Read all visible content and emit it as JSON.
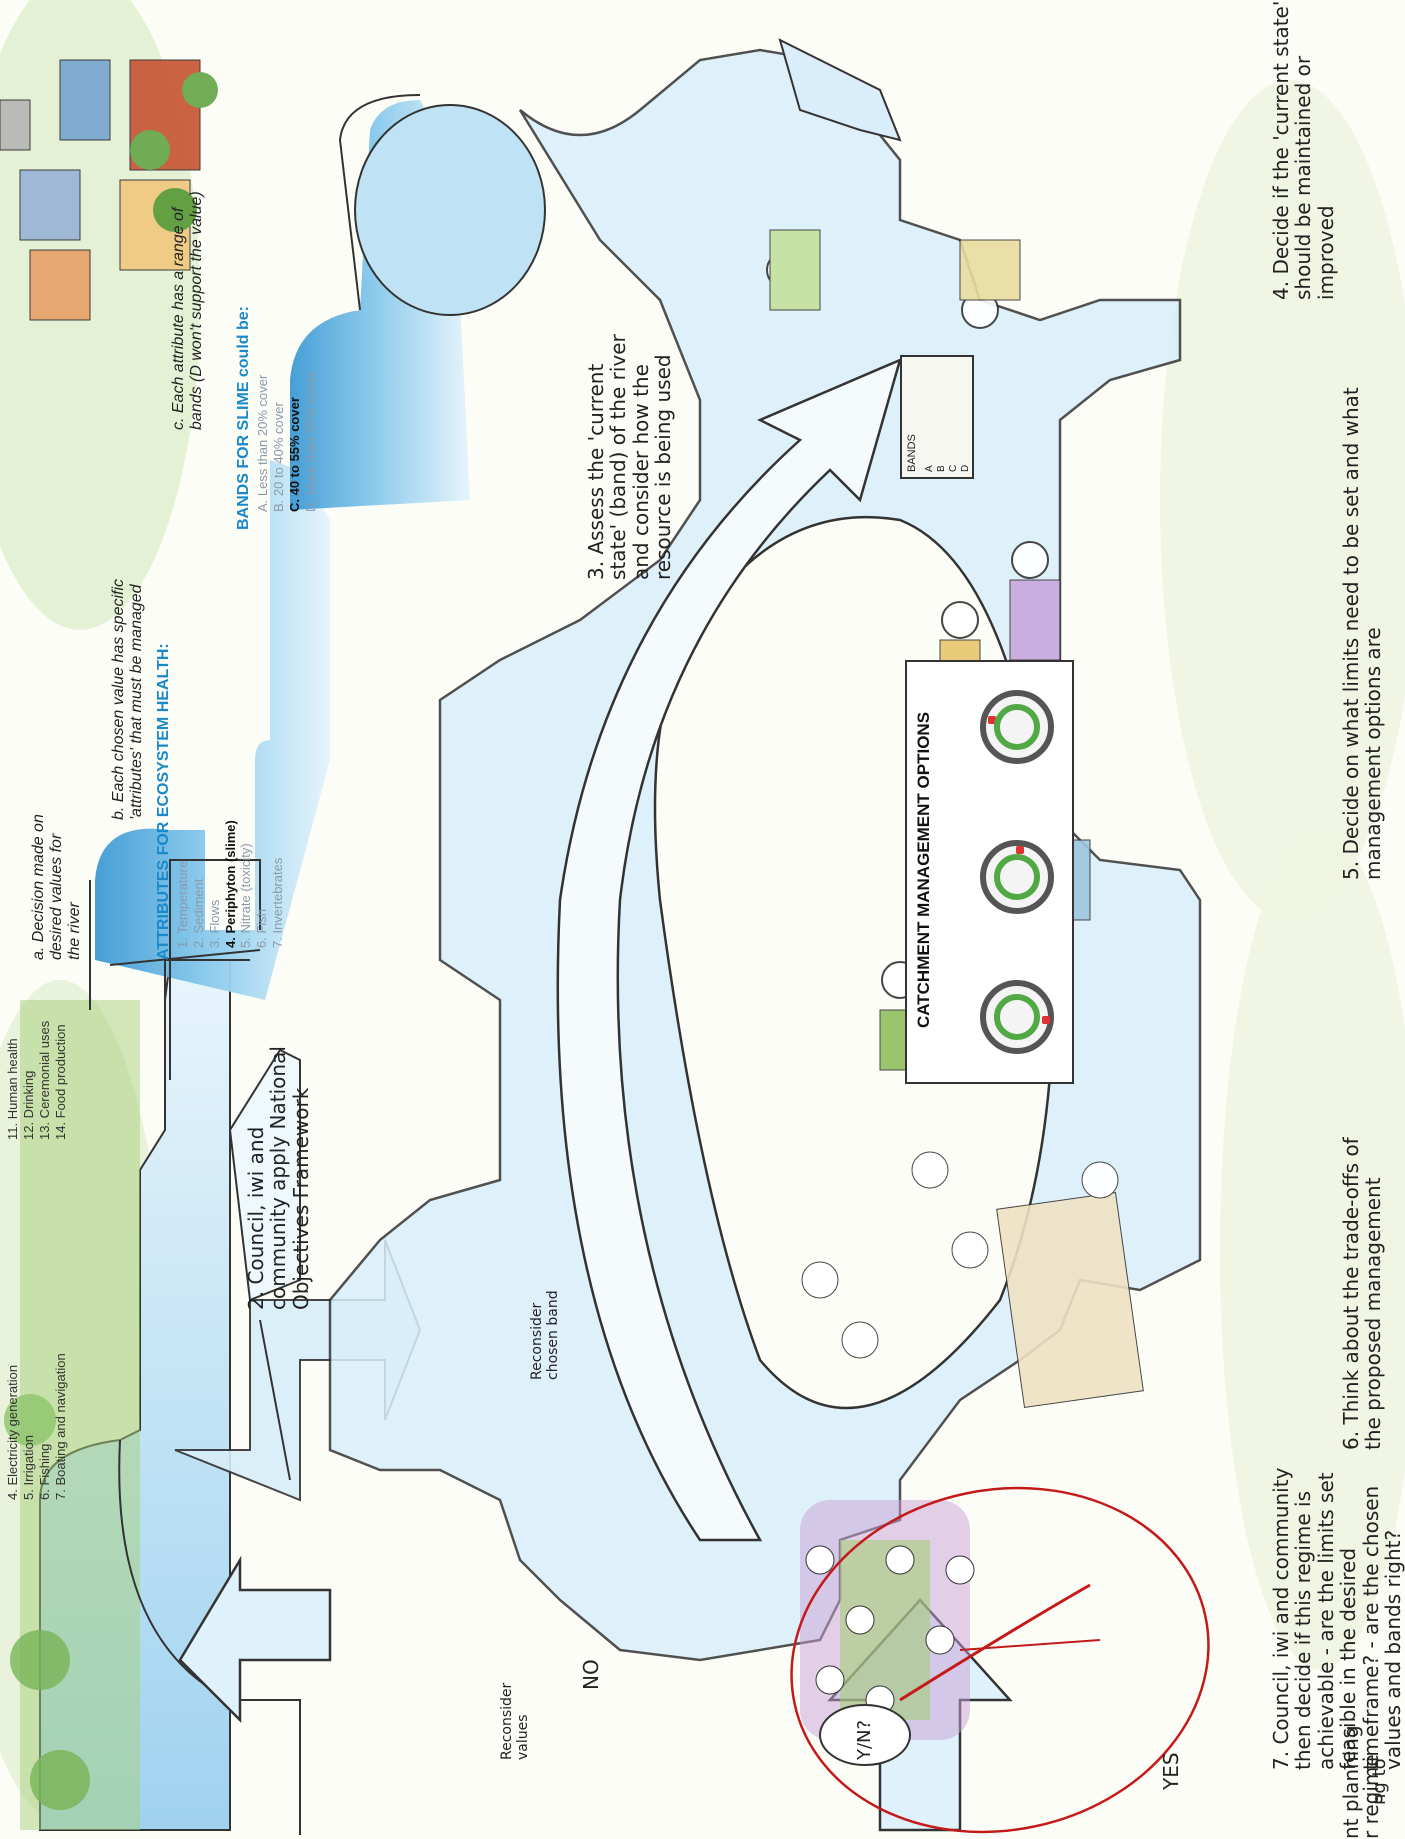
{
  "values_list": [
    "4. Electricity generation",
    "5. Irrigation",
    "6. Fishing",
    "7. Boating and navigation",
    "11. Human health",
    "12. Drinking",
    "13. Ceremonial uses",
    "14. Food production"
  ],
  "step_a": "a. Decision made on desired values for the river",
  "step_b": "b. Each chosen value has specific 'attributes' that must be managed",
  "step_c": "c. Each attribute has a range of bands (D won't support the value)",
  "attributes_heading": "ATTRIBUTES FOR ECOSYSTEM HEALTH:",
  "attributes": [
    "1. Temperature",
    "2. Sediment",
    "3. Flows",
    "4. Periphyton (slime)",
    "5. Nitrate (toxicity)",
    "6. Fish",
    "7. Invertebrates"
  ],
  "bands_heading": "BANDS FOR SLIME could be:",
  "bands": [
    "A. Less than 20% cover",
    "B. 20 to 40% cover",
    "C. 40 to 55% cover",
    "D. More than 55% cover"
  ],
  "step2": "2. Council, iwi and community apply National Objectives Framework",
  "step3": "3. Assess the 'current state' (band) of the river and consider how the resource is being used",
  "step4": "4. Decide if the 'current state' should be maintained or improved",
  "step5": "5. Decide on what limits need to be set and what management options are",
  "step6": "6. Think about the trade-offs of the proposed management",
  "step7": "7. Council, iwi and community then decide if this regime is achievable - are the limits set feasible in the desired timeframe? - are the chosen values and bands right?",
  "catchment_title": "CATCHMENT MANAGEMENT OPTIONS",
  "clipboard_title": "BANDS",
  "clipboard_rows": [
    "A",
    "B",
    "C",
    "D"
  ],
  "reconsider_values": "Reconsider values",
  "reconsider_band": "Reconsider chosen band",
  "no_label": "NO",
  "yes_label": "YES",
  "yn_bubble": "Y/N?",
  "cut_text_1": "nt planning",
  "cut_text_2": "r regime",
  "cut_text_3": "ng to",
  "colors": {
    "river": "#6cb7e3",
    "river_light": "#d5ecf8",
    "accent_blue": "#1a89c9",
    "annotation_red": "#c41a1a",
    "grass": "#a8cf7a"
  }
}
